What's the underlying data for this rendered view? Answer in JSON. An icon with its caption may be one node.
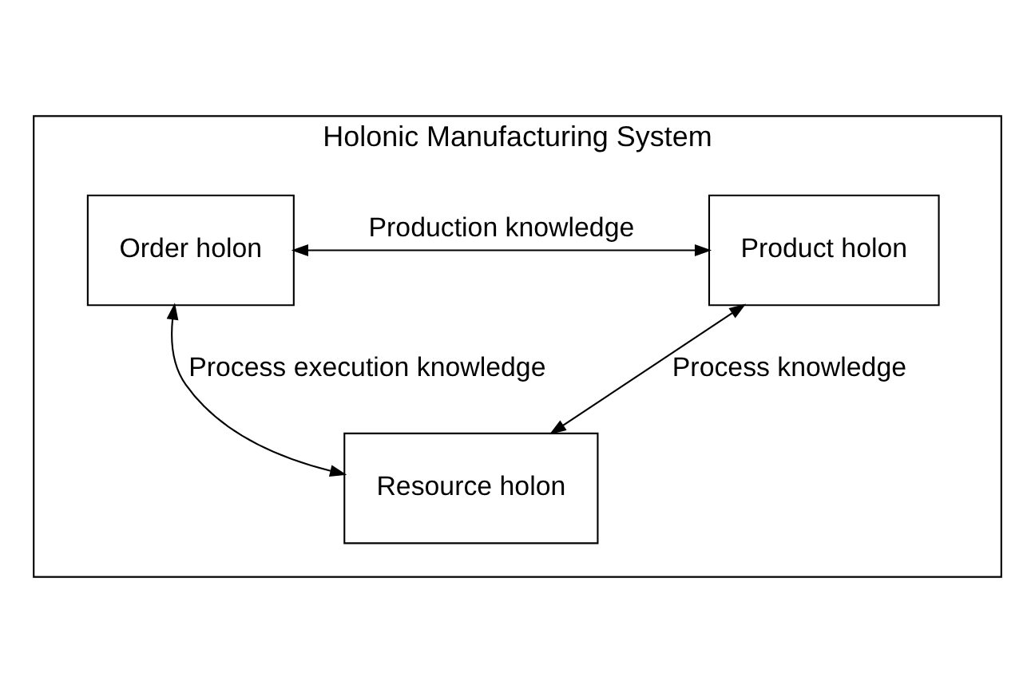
{
  "diagram": {
    "nodes": [
      {
        "text": [
          "Holonic Manufacturing System"
        ]
      },
      {
        "text": [
          "Order holon"
        ],
        "in": 0
      },
      {
        "text": [
          "Product holon"
        ],
        "in": 0
      },
      {
        "text": [
          "Resource holon"
        ],
        "in": 0
      }
    ],
    "edges": [
      {
        "from": 1,
        "to": 2,
        "arrow": "both",
        "label": "Production knowledge"
      },
      {
        "from": 1,
        "to": 3,
        "arrow": "both",
        "label": "Process execution knowledge"
      },
      {
        "from": 2,
        "to": 3,
        "arrow": "both",
        "label": "Process knowledge"
      }
    ]
  }
}
